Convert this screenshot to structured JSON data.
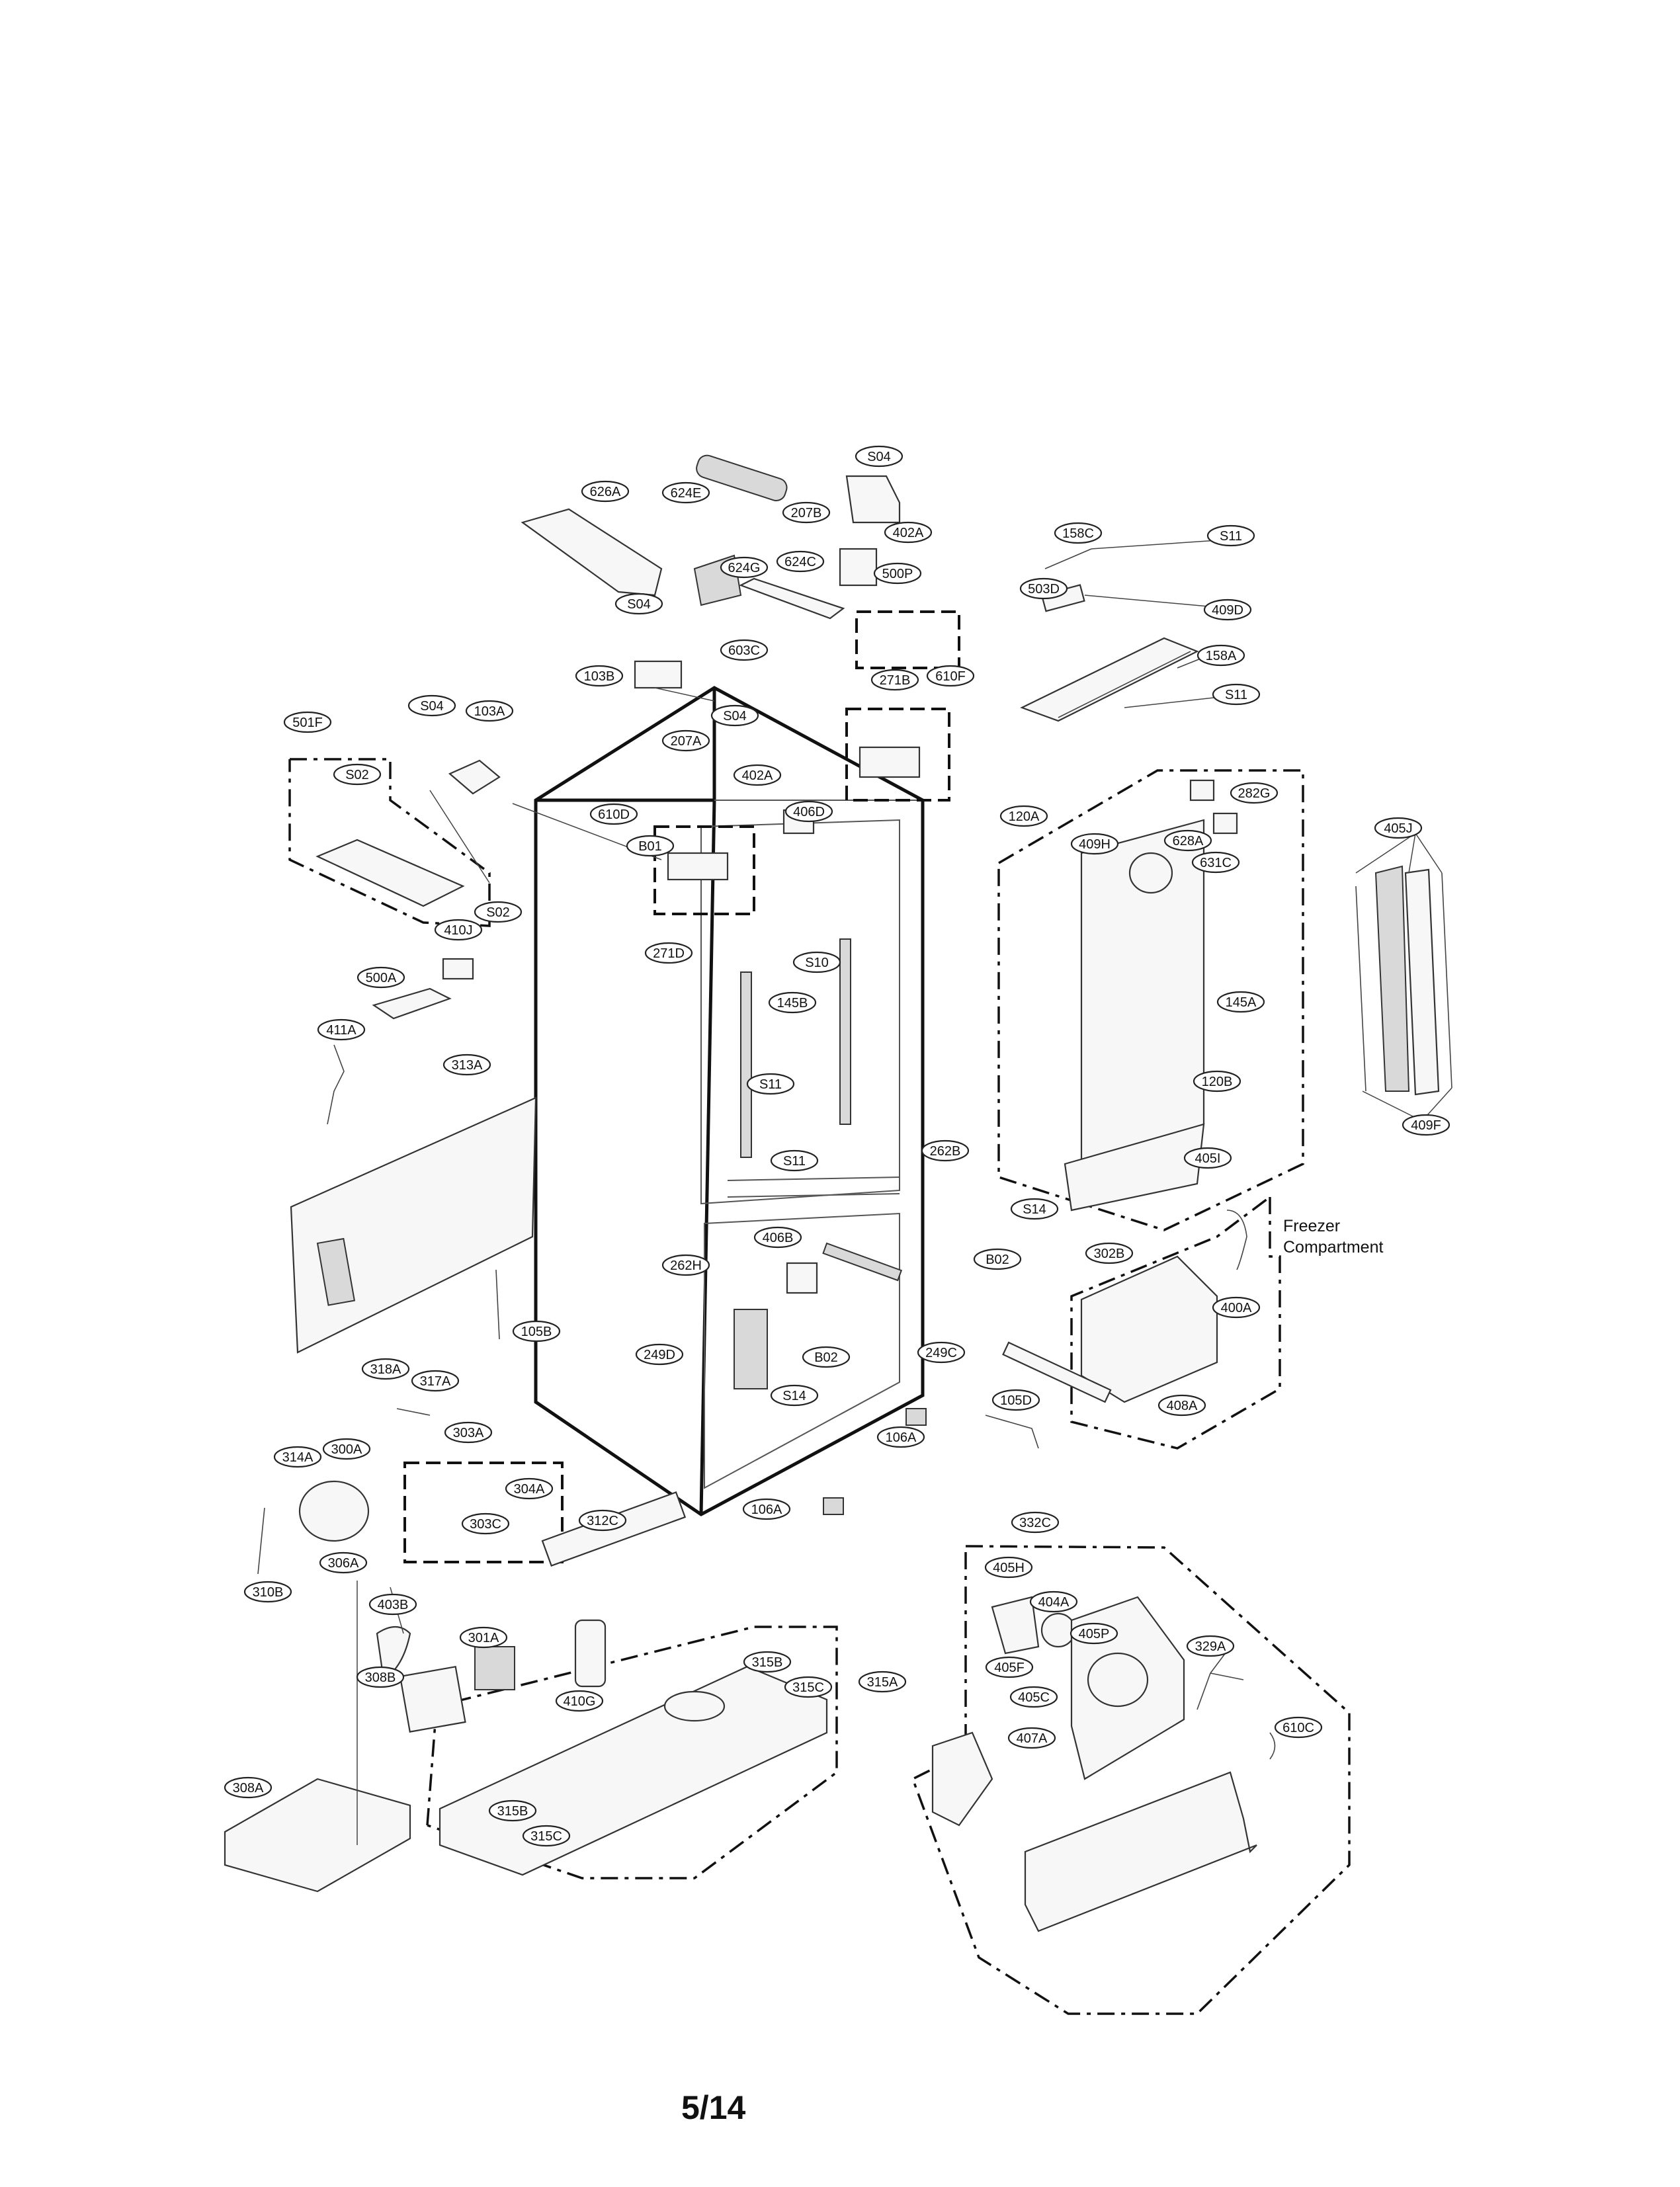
{
  "page_number": "5/14",
  "freezer_label_line1": "Freezer",
  "freezer_label_line2": "Compartment",
  "callouts": [
    "626A",
    "624E",
    "S04",
    "207B",
    "402A",
    "624G",
    "624C",
    "500P",
    "158C",
    "S11",
    "S04",
    "603C",
    "610F",
    "503D",
    "409D",
    "158A",
    "S11",
    "103B",
    "271B",
    "S04",
    "501F",
    "S04",
    "103A",
    "207A",
    "402A",
    "S02",
    "610D",
    "406D",
    "B01",
    "282G",
    "120A",
    "405J",
    "409H",
    "628A",
    "631C",
    "S02",
    "410J",
    "271D",
    "S10",
    "500A",
    "145B",
    "145A",
    "411A",
    "S11",
    "120B",
    "313A",
    "S11",
    "262B",
    "405I",
    "409F",
    "S14",
    "B02",
    "406B",
    "262H",
    "302B",
    "400A",
    "105B",
    "249D",
    "B02",
    "249C",
    "S14",
    "105D",
    "408A",
    "318A",
    "317A",
    "303A",
    "106A",
    "314A",
    "300A",
    "304A",
    "303C",
    "106A",
    "312C",
    "332C",
    "306A",
    "405H",
    "404A",
    "310B",
    "403B",
    "301A",
    "405P",
    "329A",
    "405F",
    "308B",
    "315B",
    "315C",
    "405C",
    "410G",
    "315A",
    "407A",
    "610C",
    "308A",
    "315B",
    "315C"
  ]
}
